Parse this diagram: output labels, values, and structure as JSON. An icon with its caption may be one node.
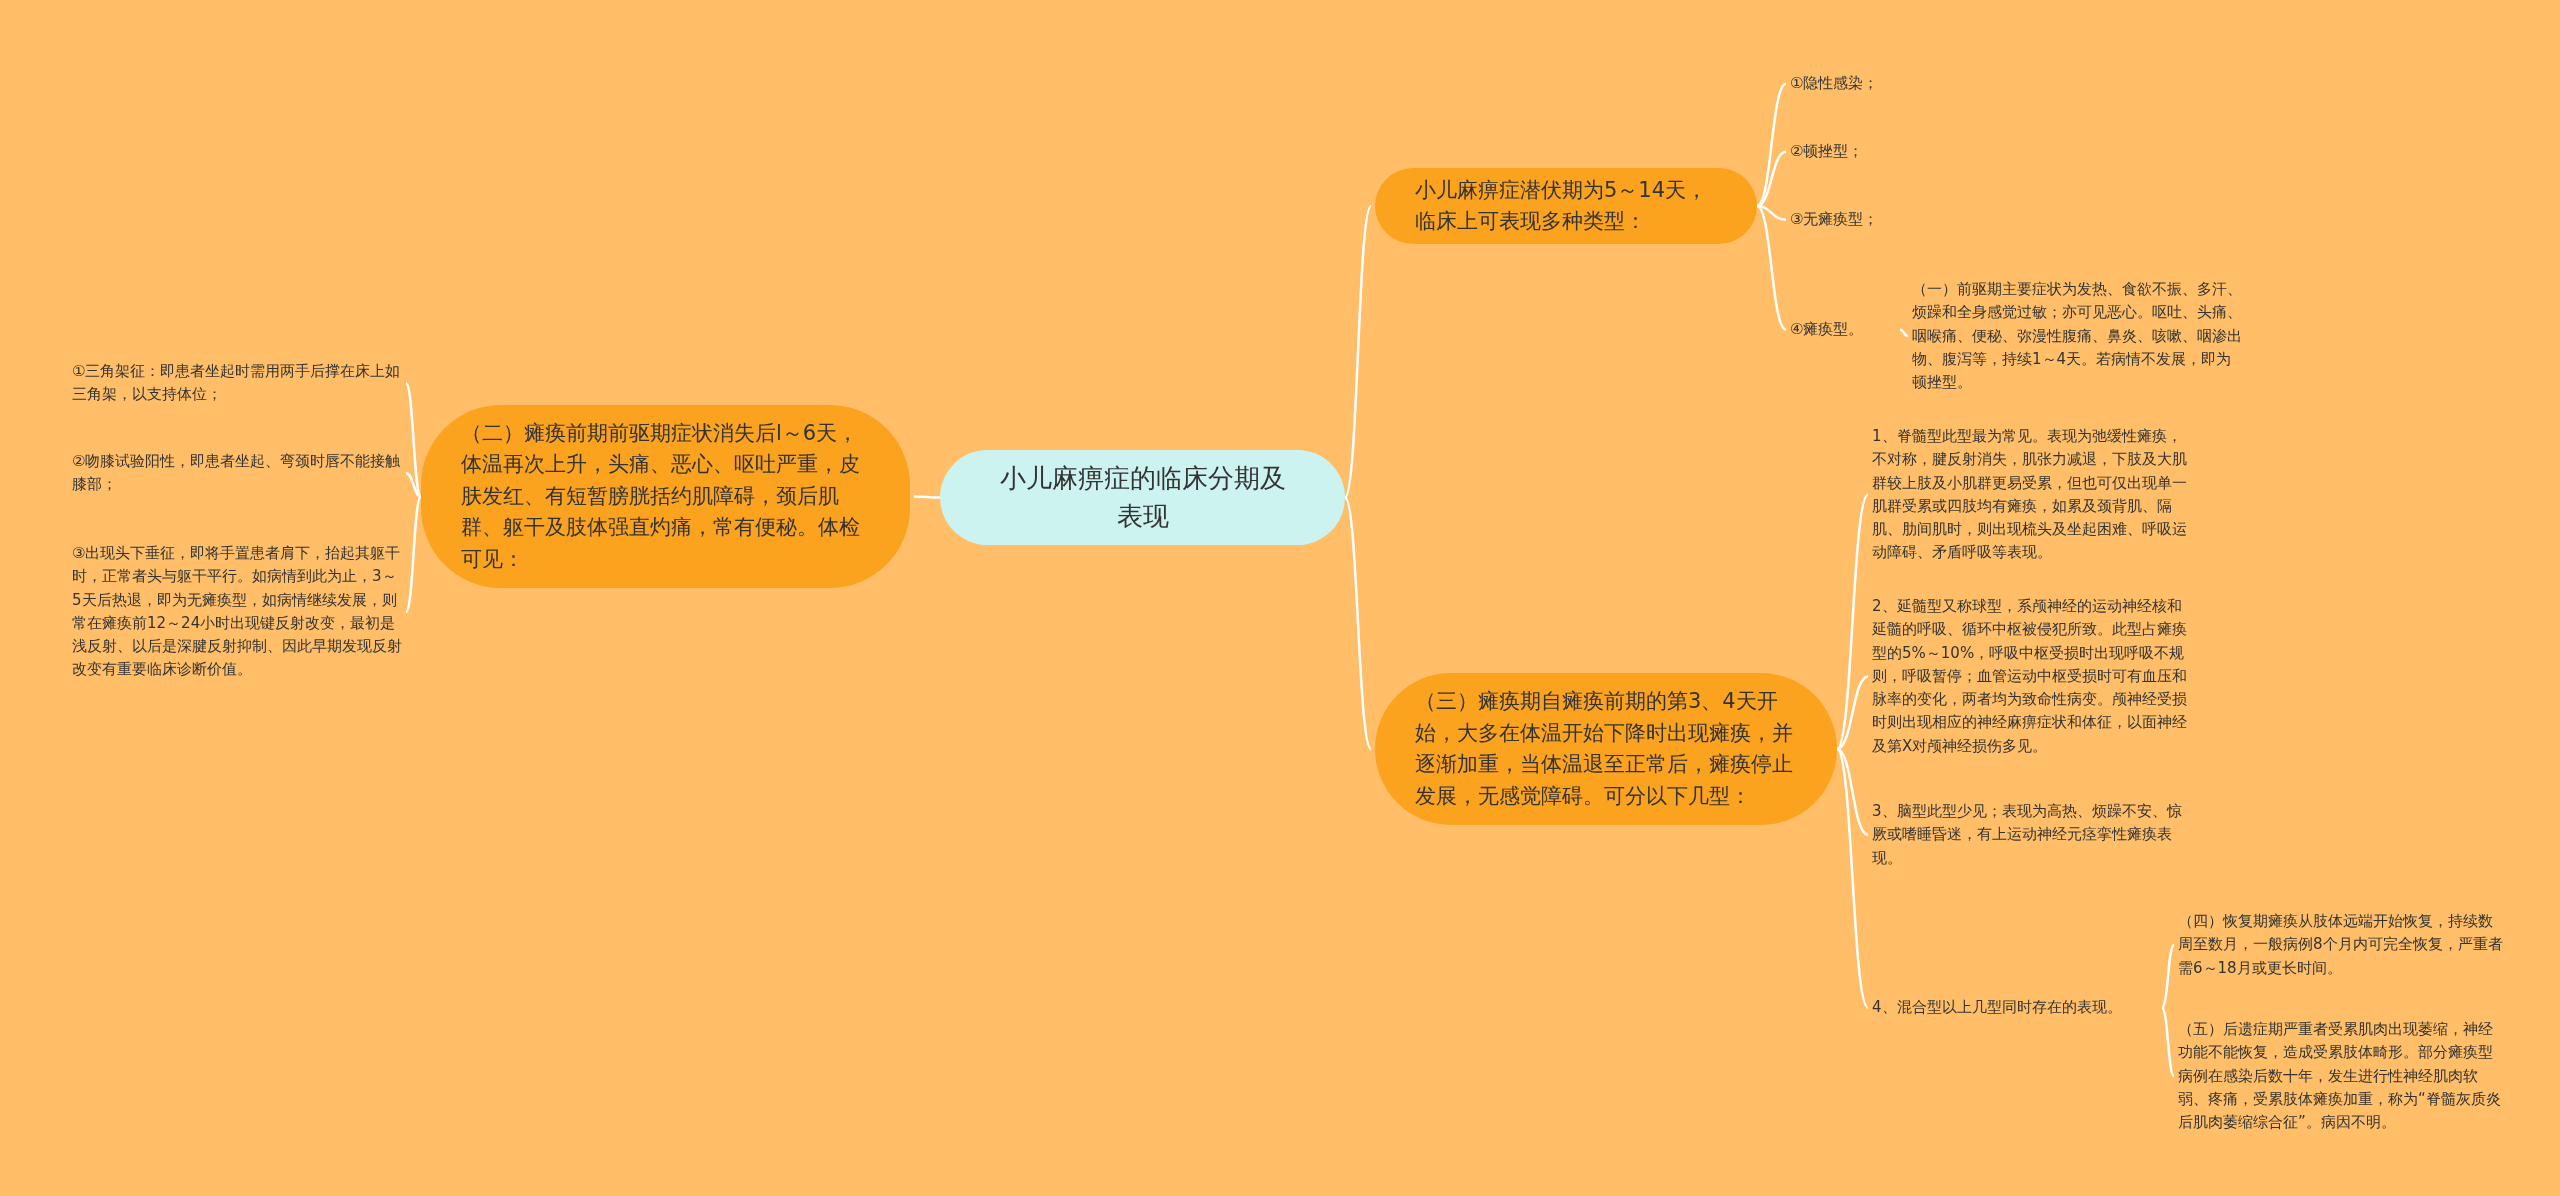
{
  "diagram": {
    "nodes": [
      {
        "text": [
          "小儿麻痹症的临床分期及表现"
        ]
      },
      {
        "text": [
          "小儿麻痹症潜伏期为5～14天，临床上可表现多种类型："
        ]
      },
      {
        "text": [
          "①隐性感染；"
        ]
      },
      {
        "text": [
          "②顿挫型；"
        ]
      },
      {
        "text": [
          "③无瘫痪型；"
        ]
      },
      {
        "text": [
          "④瘫痪型。"
        ]
      },
      {
        "text": [
          "（一）前驱期主要症状为发热、食欲不振、多汗、烦躁和全身感觉过敏；亦可见恶心。呕吐、头痛、咽喉痛、便秘、弥漫性腹痛、鼻炎、咳嗽、咽渗出物、腹泻等，持续1～4天。若病情不发展，即为顿挫型。"
        ]
      },
      {
        "text": [
          "（二）瘫痪前期前驱期症状消失后l～6天，体温再次上升，头痛、恶心、呕吐严重，皮肤发红、有短暂膀胱括约肌障碍，颈后肌群、躯干及肢体强直灼痛，常有便秘。体检可见："
        ]
      },
      {
        "text": [
          "①三角架征：即患者坐起时需用两手后撑在床上如三角架，以支持体位；"
        ]
      },
      {
        "text": [
          "②吻膝试验阳性，即患者坐起、弯颈时唇不能接触膝部；"
        ]
      },
      {
        "text": [
          "③出现头下垂征，即将手置患者肩下，抬起其躯干时，正常者头与躯干平行。如病情到此为止，3～5天后热退，即为无瘫痪型，如病情继续发展，则常在瘫痪前12～24小时出现键反射改变，最初是浅反射、以后是深腱反射抑制、因此早期发现反射改变有重要临床诊断价值。"
        ]
      },
      {
        "text": [
          "（三）瘫痪期自瘫痪前期的第3、4天开始，大多在体温开始下降时出现瘫痪，并逐渐加重，当体温退至正常后，瘫痪停止发展，无感觉障碍。可分以下几型："
        ]
      },
      {
        "text": [
          "1、脊髓型此型最为常见。表现为弛缓性瘫痪，不对称，腱反射消失，肌张力减退，下肢及大肌群较上肢及小肌群更易受累，但也可仅出现单一肌群受累或四肢均有瘫痪，如累及颈背肌、隔肌、肋间肌时，则出现梳头及坐起困难、呼吸运动障碍、矛盾呼吸等表现。"
        ]
      },
      {
        "text": [
          "2、延髓型又称球型，系颅神经的运动神经核和延髓的呼吸、循环中枢被侵犯所致。此型占瘫痪型的5%～10%，呼吸中枢受损时出现呼吸不规则，呼吸暂停；血管运动中枢受损时可有血压和脉率的变化，两者均为致命性病变。颅神经受损时则出现相应的神经麻痹症状和体征，以面神经及第X对颅神经损伤多见。"
        ]
      },
      {
        "text": [
          "3、脑型此型少见；表现为高热、烦躁不安、惊厥或嗜睡昏迷，有上运动神经元痉挛性瘫痪表现。"
        ]
      },
      {
        "text": [
          "4、混合型以上几型同时存在的表现。"
        ]
      },
      {
        "text": [
          "（四）恢复期瘫痪从肢体远端开始恢复，持续数周至数月，一般病例8个月内可完全恢复，严重者需6～18月或更长时间。"
        ]
      },
      {
        "text": [
          "（五）后遗症期严重者受累肌肉出现萎缩，神经功能不能恢复，造成受累肢体畸形。部分瘫痪型病例在感染后数十年，发生进行性神经肌肉软弱、疼痛，受累肢体瘫痪加重，称为“脊髓灰质炎后肌肉萎缩综合征”。病因不明。"
        ]
      }
    ],
    "edges": [
      {
        "from": 0,
        "to": 1,
        "arrow": "none"
      },
      {
        "from": 1,
        "to": 2,
        "arrow": "none"
      },
      {
        "from": 1,
        "to": 3,
        "arrow": "none"
      },
      {
        "from": 1,
        "to": 4,
        "arrow": "none"
      },
      {
        "from": 1,
        "to": 5,
        "arrow": "none"
      },
      {
        "from": 5,
        "to": 6,
        "arrow": "none"
      },
      {
        "from": 0,
        "to": 7,
        "arrow": "none"
      },
      {
        "from": 7,
        "to": 8,
        "arrow": "none"
      },
      {
        "from": 7,
        "to": 9,
        "arrow": "none"
      },
      {
        "from": 7,
        "to": 10,
        "arrow": "none"
      },
      {
        "from": 0,
        "to": 11,
        "arrow": "none"
      },
      {
        "from": 11,
        "to": 12,
        "arrow": "none"
      },
      {
        "from": 11,
        "to": 13,
        "arrow": "none"
      },
      {
        "from": 11,
        "to": 14,
        "arrow": "none"
      },
      {
        "from": 11,
        "to": 15,
        "arrow": "none"
      },
      {
        "from": 15,
        "to": 16,
        "arrow": "none"
      },
      {
        "from": 15,
        "to": 17,
        "arrow": "none"
      }
    ]
  }
}
